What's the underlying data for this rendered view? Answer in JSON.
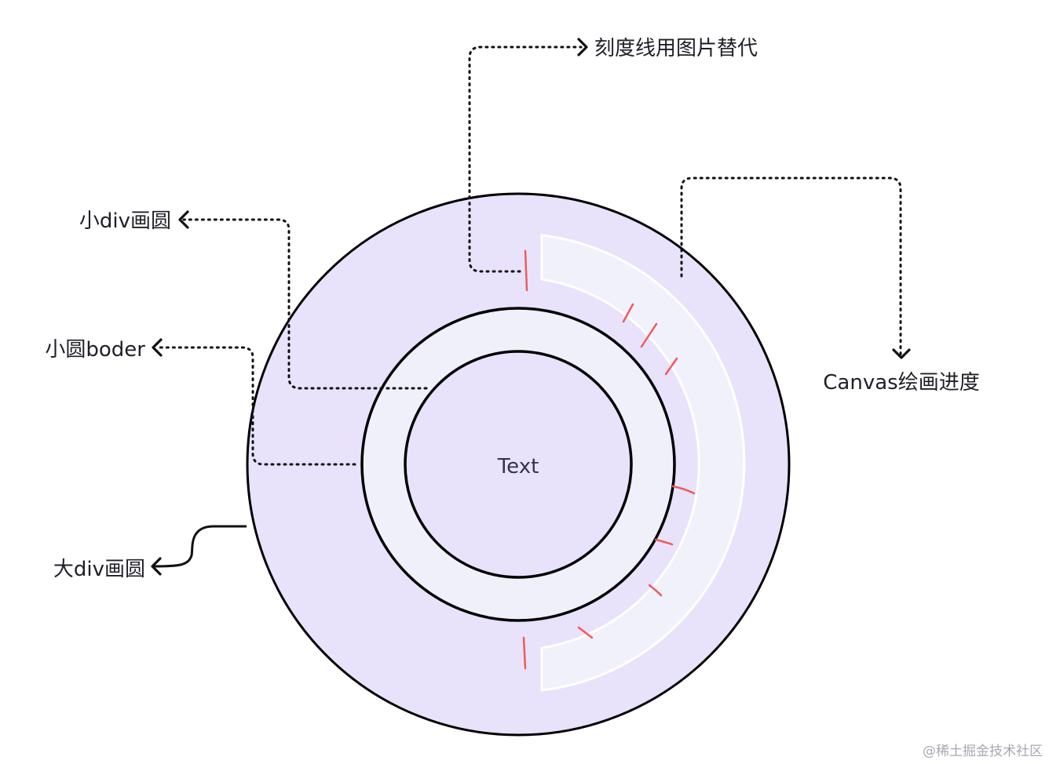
{
  "labels": {
    "tick_replacement": "刻度线用图片替代",
    "small_div_circle": "小div画圆",
    "small_circle_border": "小圆boder",
    "big_div_circle": "大div画圆",
    "canvas_progress": "Canvas绘画进度",
    "center_text": "Text"
  },
  "watermark": "@稀土掘金技术社区",
  "colors": {
    "outer_fill": "#e8e2fb",
    "ring_fill": "#eff0fa",
    "inner_fill": "#e8e2fb",
    "stroke": "#000000",
    "tick": "#f05a5a",
    "progress_fill": "#f1f1fb",
    "progress_stroke": "#ffffff"
  }
}
